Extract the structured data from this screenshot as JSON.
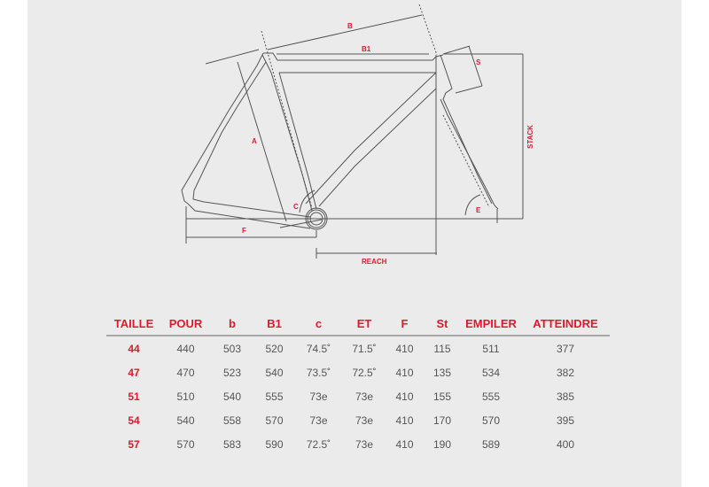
{
  "diagram": {
    "labels": {
      "B": "B",
      "B1": "B1",
      "S": "S",
      "A": "A",
      "C": "C",
      "E": "E",
      "F": "F",
      "stack": "STACK",
      "reach": "REACH"
    },
    "colors": {
      "accent": "#e3172d",
      "line": "#555555",
      "background": "#ebebeb"
    }
  },
  "table": {
    "headers": [
      "TAILLE",
      "POUR",
      "b",
      "B1",
      "c",
      "ET",
      "F",
      "St",
      "EMPILER",
      "ATTEINDRE"
    ],
    "rows": [
      [
        "44",
        "440",
        "503",
        "520",
        "74.5˚",
        "71.5˚",
        "410",
        "115",
        "511",
        "377"
      ],
      [
        "47",
        "470",
        "523",
        "540",
        "73.5˚",
        "72.5˚",
        "410",
        "135",
        "534",
        "382"
      ],
      [
        "51",
        "510",
        "540",
        "555",
        "73e",
        "73e",
        "410",
        "155",
        "555",
        "385"
      ],
      [
        "54",
        "540",
        "558",
        "570",
        "73e",
        "73e",
        "410",
        "170",
        "570",
        "395"
      ],
      [
        "57",
        "570",
        "583",
        "590",
        "72.5˚",
        "73e",
        "410",
        "190",
        "589",
        "400"
      ]
    ]
  }
}
